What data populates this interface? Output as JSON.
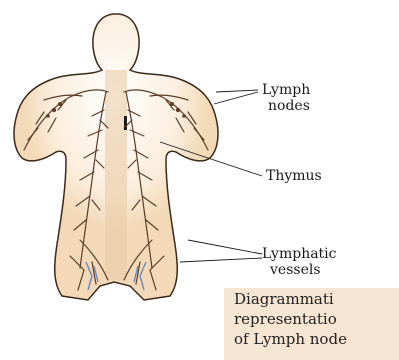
{
  "labels": {
    "lymph_nodes_line1": "Lymph",
    "lymph_nodes_line2": "nodes",
    "thymus": "Thymus",
    "lymphatic_vessels_line1": "Lymphatic",
    "lymphatic_vessels_line2": "vessels"
  },
  "caption": {
    "line1": "Diagrammati",
    "line2": "representatio",
    "line3": "of Lymph node"
  },
  "colors": {
    "skin": "#f3d9b8",
    "outline": "#3a2a1a",
    "vessel": "#5c3d28",
    "caption_bg": "#f8e6d4"
  }
}
